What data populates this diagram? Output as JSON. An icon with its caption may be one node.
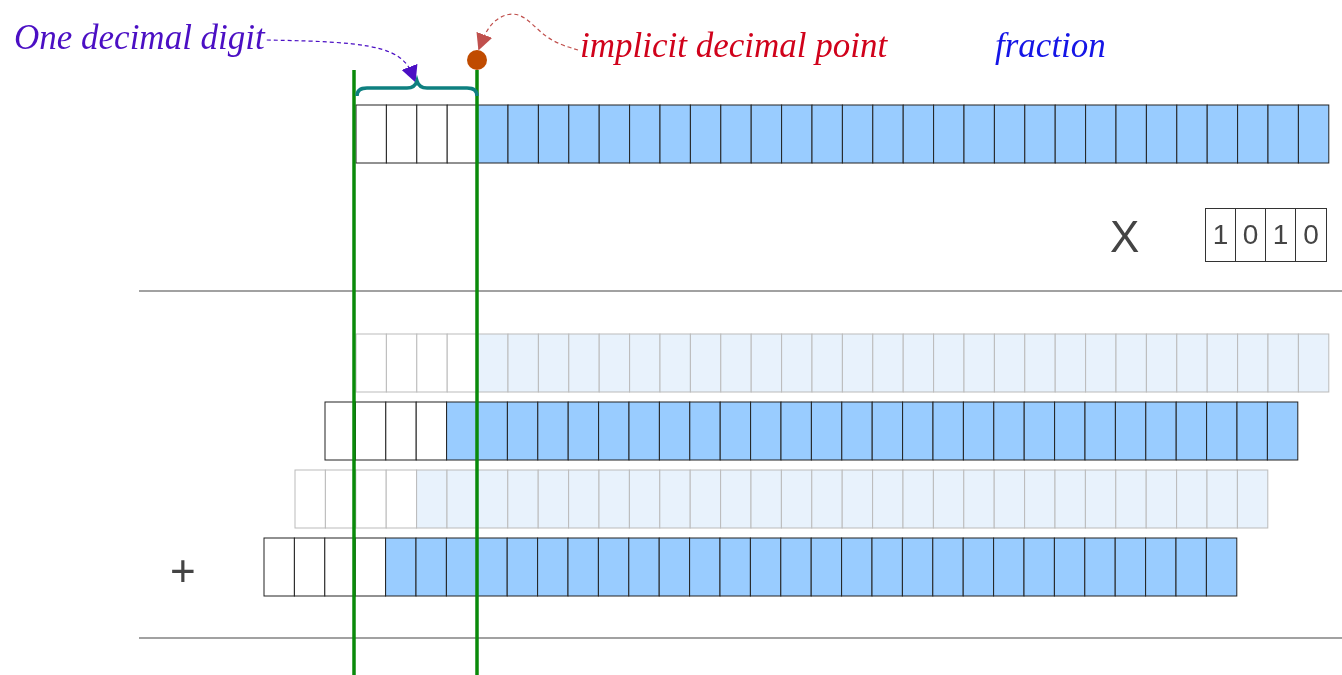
{
  "diagram": {
    "nodes": [
      {
        "text": [
          "One decimal digit"
        ]
      },
      {
        "text": [],
        "shape": "bracket"
      },
      {
        "text": [
          "implicit decimal point"
        ]
      },
      {
        "text": [],
        "shape": "circle"
      },
      {
        "text": [
          "1"
        ]
      },
      {
        "text": [
          "0"
        ]
      },
      {
        "text": [
          "1"
        ]
      },
      {
        "text": [
          "0"
        ]
      }
    ],
    "edges": [
      {
        "from": 0,
        "to": 1,
        "arrow": "to",
        "style": "dashed",
        "color": "#4b0fc4"
      },
      {
        "from": 2,
        "to": 3,
        "arrow": "to",
        "style": "dashed",
        "color": "#c0504d"
      }
    ],
    "labels": [
      "fraction",
      "X",
      "+"
    ]
  }
}
